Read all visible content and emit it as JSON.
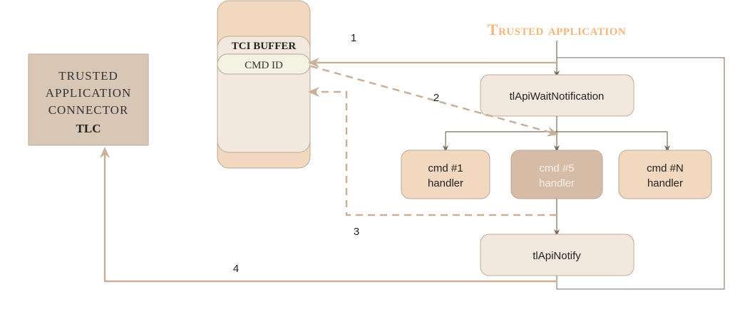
{
  "title": "Trusted application",
  "colors": {
    "title": "#f7b57a",
    "line_dark": "#7a6a5a",
    "line_light": "#c9b09a",
    "tlc_fill": "#d9c7b6",
    "buffer_outer": "#f3d8c0",
    "buffer_inner": "#f2e8de",
    "cmdid_fill": "#f3f2e3",
    "api_fill": "#f2e8de",
    "handler_fill": "#f3d8c0",
    "handler_active_fill": "#d6bca6"
  },
  "tlc": {
    "lines": [
      "TRUSTED",
      "APPLICATION",
      "CONNECTOR"
    ],
    "acronym": "TLC"
  },
  "tci_buffer": {
    "header": "TCI BUFFER",
    "field": "CMD ID"
  },
  "api": {
    "wait": "tlApiWaitNotification",
    "notify": "tlApiNotify"
  },
  "handlers": [
    {
      "line1": "cmd #1",
      "line2": "handler",
      "active": false
    },
    {
      "line1": "cmd #5",
      "line2": "handler",
      "active": true
    },
    {
      "line1": "cmd #N",
      "line2": "handler",
      "active": false
    }
  ],
  "steps": [
    "1",
    "2",
    "3",
    "4"
  ]
}
